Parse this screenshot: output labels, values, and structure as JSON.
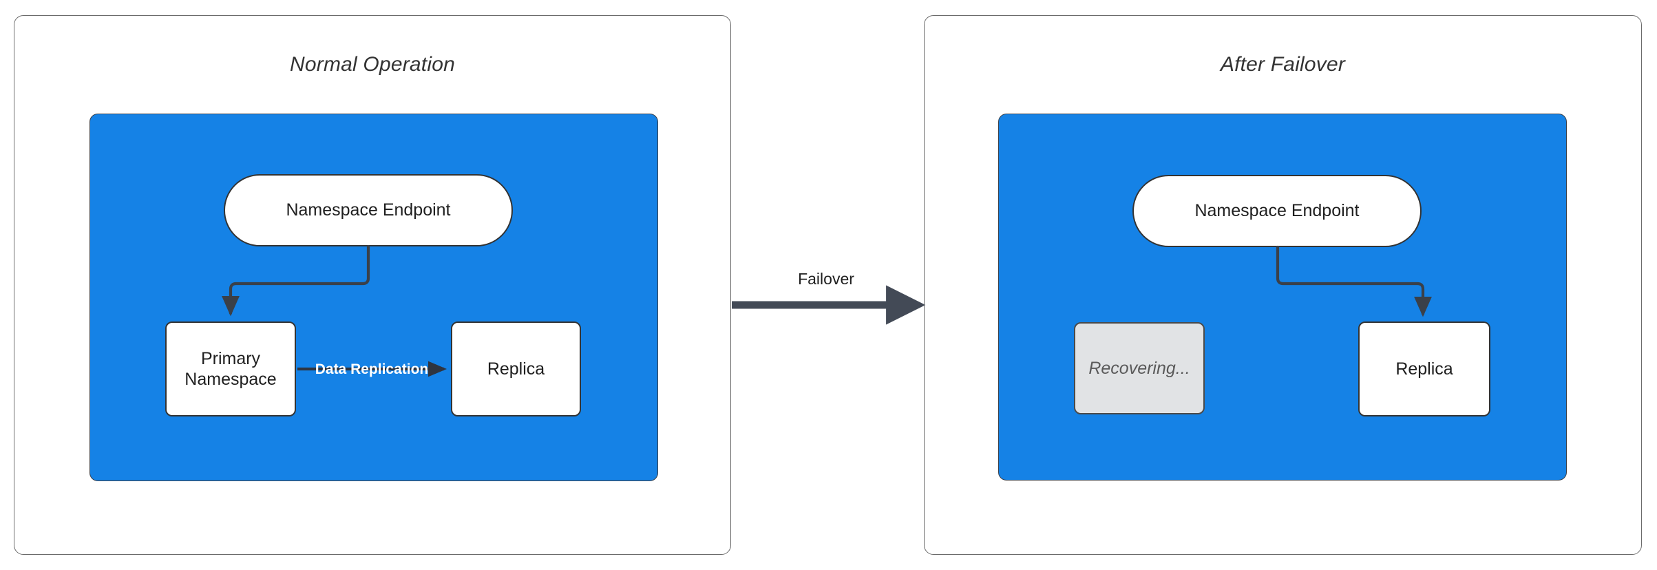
{
  "diagram": {
    "title_hidden": "",
    "colors": {
      "subgraph_blue": "#1582E6",
      "node_stroke": "#333333",
      "node_fill": "#ffffff",
      "dim_node_fill": "#e1e3e5",
      "dim_node_text": "#5a5a5a",
      "edge_stroke": "#3a4049",
      "panel_border": "#6b6b6b",
      "replication_label": "#ffffff",
      "background": "#ffffff"
    },
    "panels": [
      {
        "id": "normal-operation",
        "title": "Normal Operation",
        "nodes": [
          {
            "id": "endpoint-left",
            "label": "Namespace Endpoint",
            "shape": "pill",
            "state": "active"
          },
          {
            "id": "primary",
            "label": "Primary\nNamespace",
            "shape": "rect",
            "state": "active",
            "line1": "Primary",
            "line2": "Namespace"
          },
          {
            "id": "replica-left",
            "label": "Replica",
            "shape": "rect",
            "state": "active"
          }
        ],
        "edges": [
          {
            "from": "endpoint-left",
            "to": "primary",
            "label": "",
            "style": "elbow-down-left"
          },
          {
            "from": "primary",
            "to": "replica-left",
            "label": "Data Replication",
            "style": "straight-right"
          }
        ]
      },
      {
        "id": "after-failover",
        "title": "After Failover",
        "nodes": [
          {
            "id": "endpoint-right",
            "label": "Namespace Endpoint",
            "shape": "pill",
            "state": "active"
          },
          {
            "id": "recovering",
            "label": "Recovering...",
            "shape": "rect",
            "state": "dimmed"
          },
          {
            "id": "replica-right",
            "label": "Replica",
            "shape": "rect",
            "state": "active"
          }
        ],
        "edges": [
          {
            "from": "endpoint-right",
            "to": "replica-right",
            "label": "",
            "style": "elbow-down-right"
          }
        ]
      }
    ],
    "transition": {
      "label": "Failover",
      "direction": "left-to-right",
      "from_panel": "normal-operation",
      "to_panel": "after-failover"
    }
  }
}
